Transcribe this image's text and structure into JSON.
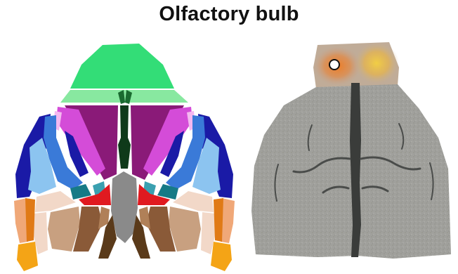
{
  "title": "Olfactory bulb",
  "colors": {
    "background": "#ffffff",
    "title": "#111111",
    "olfactory_bulb_region": "#33dd77",
    "frontal_region": "#88e8a0",
    "midline": "#0f3a1a",
    "motor_magenta": "#d44cd8",
    "motor_purple": "#8a1a78",
    "somatosensory_navy": "#1a1aa6",
    "somatosensory_blue": "#3a7ad8",
    "somatosensory_lightblue": "#8cc4f0",
    "teal": "#167a86",
    "red": "#e01a20",
    "grey_center": "#8a8a8a",
    "orange": "#e07a16",
    "light_orange": "#f0a878",
    "peach": "#f2d8c8",
    "tan": "#c8a080",
    "brown": "#8a5a38",
    "dark_brown": "#5a3a1a",
    "cortex_photo_grey": "#9a9a96",
    "sulcus_dark": "#3a3c3a",
    "hotspot_orange": "#e07828",
    "hotspot_yellow": "#e8c038",
    "marker_fill": "#ffffff"
  },
  "left_panel": "atlas-parcellation",
  "right_panel": "cortex-photo-with-activation",
  "marker": "electrode-dot"
}
